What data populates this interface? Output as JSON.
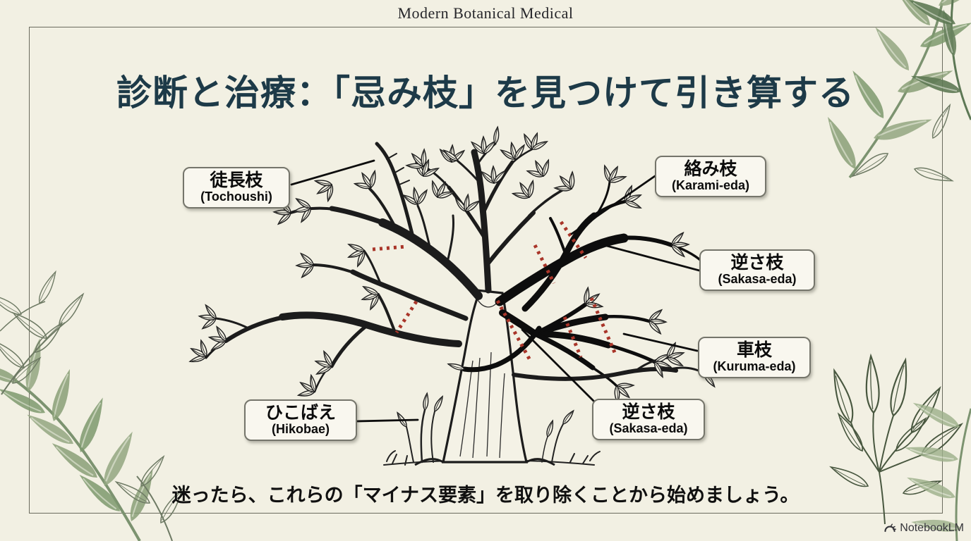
{
  "header": {
    "brand": "Modern Botanical Medical"
  },
  "slide": {
    "title": "診断と治療：「忌み枝」を見つけて引き算する",
    "footer_note": "迷ったら、これらの「マイナス要素」を取り除くことから始めましょう。"
  },
  "labels": {
    "tochoushi": {
      "jp": "徒長枝",
      "romaji": "(Tochoushi)"
    },
    "karami": {
      "jp": "絡み枝",
      "romaji": "(Karami-eda)"
    },
    "sakasa_right": {
      "jp": "逆さ枝",
      "romaji": "(Sakasa-eda)"
    },
    "kuruma": {
      "jp": "車枝",
      "romaji": "(Kuruma-eda)"
    },
    "sakasa_lower": {
      "jp": "逆さ枝",
      "romaji": "(Sakasa-eda)"
    },
    "hikobae": {
      "jp": "ひこばえ",
      "romaji": "(Hikobae)"
    }
  },
  "branding": {
    "logo_text": "NotebookLM"
  },
  "colors": {
    "background": "#f2f0e3",
    "frame_border": "#6b6b5e",
    "title_text": "#1d3a48",
    "cut_mark_red": "#a93529",
    "ink_black": "#1c1c1c",
    "watercolor_leaf_green": "#8aa077",
    "outline_leaf_green": "#48573f"
  }
}
